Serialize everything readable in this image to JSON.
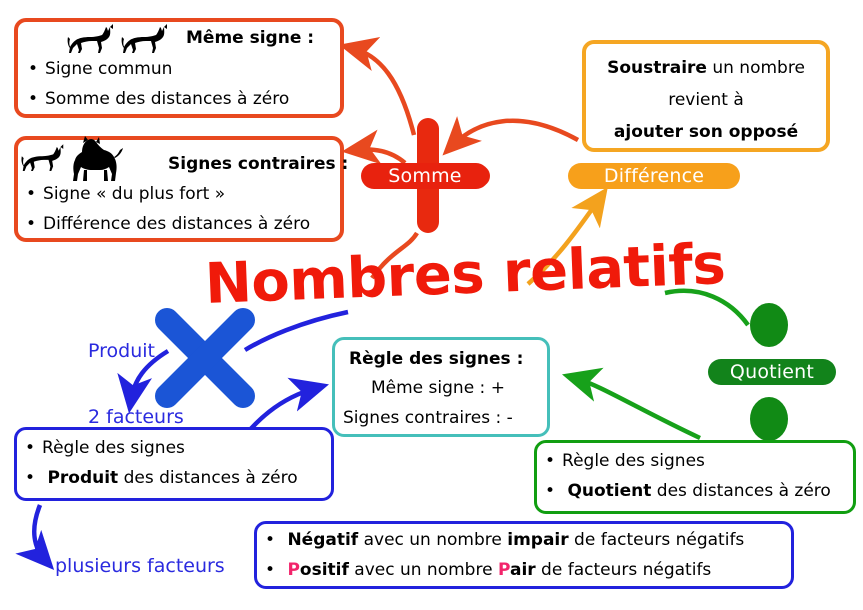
{
  "title": "Nombres relatifs",
  "boxes": {
    "same_sign": {
      "header": "Même signe  :",
      "lines": [
        "Signe commun",
        "Somme des distances à zéro"
      ],
      "icons": [
        "cat-silhouette",
        "cat-silhouette"
      ],
      "border_color": "#E8491F"
    },
    "opposite_sign": {
      "header": "Signes contraires  :",
      "lines": [
        "Signe «  du plus fort  »",
        "Différence des distances à zéro"
      ],
      "icons": [
        "cat-silhouette",
        "dog-silhouette"
      ],
      "border_color": "#E8491F"
    },
    "subtraction": {
      "line1_bold": "Soustraire",
      "line1_rest": " un nombre",
      "line2": "revient à",
      "line3": "ajouter son opposé",
      "border_color": "#F5A623"
    },
    "sign_rule": {
      "header": "Règle des signes  :",
      "line1": "Même signe  : +",
      "line2": "Signes contraires  : -",
      "border_color": "#45BFBA"
    },
    "product": {
      "line1": "Règle des signes",
      "line2_bold": "Produit",
      "line2_rest": " des distances à zéro",
      "border_color": "#2222DD"
    },
    "quotient": {
      "line1": "Règle des signes",
      "line2_bold": "Quotient",
      "line2_rest": " des distances à zéro",
      "border_color": "#119E11"
    },
    "several_factors": {
      "line1_bold": "Négatif",
      "line1_mid": " avec un nombre ",
      "line1_bold2": "impair",
      "line1_end": " de facteurs négatifs",
      "line2_p": "P",
      "line2_bold": "ositif",
      "line2_mid": " avec un nombre ",
      "line2_p2": "P",
      "line2_bold2": "air",
      "line2_end": " de facteurs négatifs",
      "border_color": "#2222DD",
      "accent_color": "#F2246B"
    }
  },
  "pills": {
    "somme": {
      "label": "Somme",
      "color": "#E8220E"
    },
    "difference": {
      "label": "Différence",
      "color": "#F7A01B"
    },
    "quotient": {
      "label": "Quotient",
      "color": "#12831B"
    }
  },
  "labels": {
    "produit": "Produit",
    "deux_facteurs": "2 facteurs",
    "plusieurs_facteurs": "plusieurs facteurs"
  },
  "operators": {
    "plus_sign": "plus-operator-red",
    "times_sign": "multiply-operator-blue",
    "divide_sign": "divide-operator-green"
  }
}
